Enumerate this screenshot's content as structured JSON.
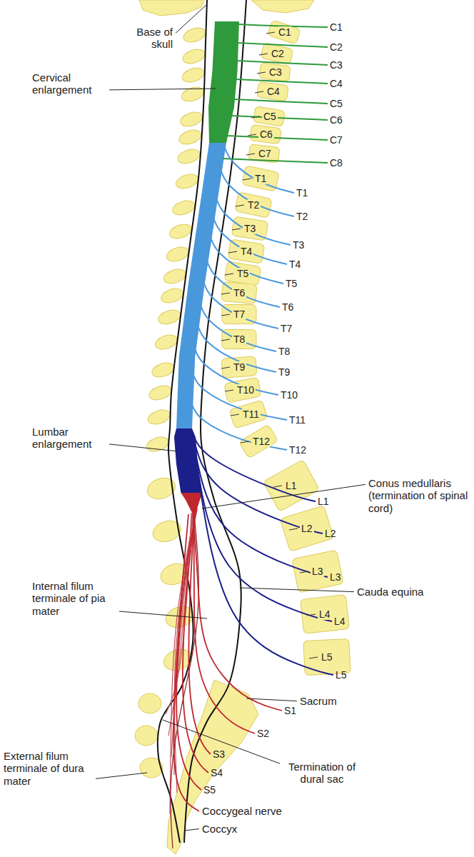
{
  "diagram": {
    "labels": [
      "Base of skull",
      "Cervical enlargement",
      "Lumbar enlargement",
      "Conus medullaris (termination of spinal cord)",
      "Cauda equina",
      "Internal filum terminale of pia mater",
      "Sacrum",
      "Termination of dural sac",
      "External filum terminale of dura mater",
      "Coccygeal nerve",
      "Coccyx",
      "C1",
      "C2",
      "C3",
      "C4",
      "C5",
      "C6",
      "C7",
      "C8",
      "T1",
      "T2",
      "T3",
      "T4",
      "T5",
      "T6",
      "T7",
      "T8",
      "T9",
      "T10",
      "T11",
      "T12",
      "L1",
      "L2",
      "L3",
      "L4",
      "L5",
      "S1",
      "S2",
      "S3",
      "S4",
      "S5",
      "C1",
      "C2",
      "C3",
      "C4",
      "C5",
      "C6",
      "C7",
      "T1",
      "T2",
      "T3",
      "T4",
      "T5",
      "T6",
      "T7",
      "T8",
      "T9",
      "T10",
      "T11",
      "T12",
      "L1",
      "L2",
      "L3",
      "L4",
      "L5"
    ]
  }
}
